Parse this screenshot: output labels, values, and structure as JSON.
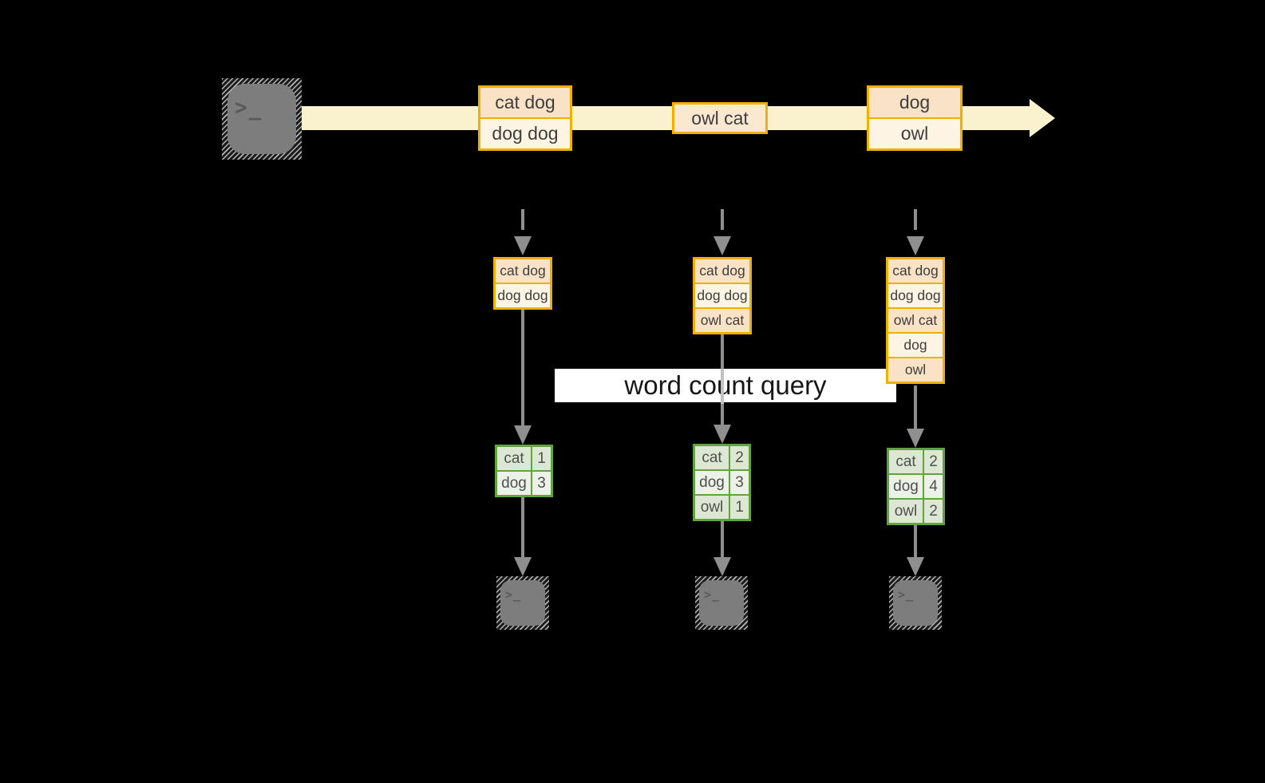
{
  "banner": {
    "label": "word count query"
  },
  "icons": {
    "terminal_prompt": ">_"
  },
  "colors": {
    "accent_orange": "#f1b000",
    "accent_green": "#61a33e",
    "stream_cream": "#faf2cf",
    "row_peach": "#f9e2c6",
    "row_cream": "#fdf4e3",
    "connector_gray": "#8f8f8f"
  },
  "timeline": {
    "events": [
      {
        "rows": [
          "cat dog",
          "dog dog"
        ]
      },
      {
        "rows": [
          "owl cat"
        ]
      },
      {
        "rows": [
          "dog",
          "owl"
        ]
      }
    ]
  },
  "columns": [
    {
      "buffer": [
        "cat dog",
        "dog dog"
      ],
      "counts": [
        {
          "word": "cat",
          "count": "1"
        },
        {
          "word": "dog",
          "count": "3"
        }
      ]
    },
    {
      "buffer": [
        "cat dog",
        "dog dog",
        "owl cat"
      ],
      "counts": [
        {
          "word": "cat",
          "count": "2"
        },
        {
          "word": "dog",
          "count": "3"
        },
        {
          "word": "owl",
          "count": "1"
        }
      ]
    },
    {
      "buffer": [
        "cat dog",
        "dog dog",
        "owl cat",
        "dog",
        "owl"
      ],
      "counts": [
        {
          "word": "cat",
          "count": "2"
        },
        {
          "word": "dog",
          "count": "4"
        },
        {
          "word": "owl",
          "count": "2"
        }
      ]
    }
  ]
}
